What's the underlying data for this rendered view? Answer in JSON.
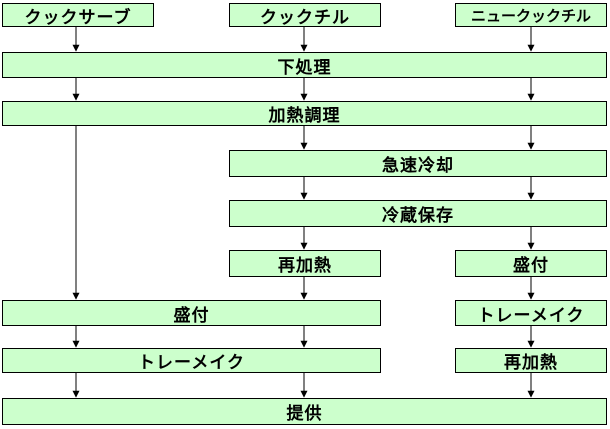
{
  "headers": {
    "cook_serve": "クックサーブ",
    "cook_chill": "クックチル",
    "new_cook_chill": "ニュークックチル"
  },
  "steps": {
    "pre_processing": "下処理",
    "heat_cooking": "加熱調理",
    "rapid_cooling": "急速冷却",
    "cold_storage": "冷蔵保存",
    "reheating_cc": "再加熱",
    "plating_ncc": "盛付",
    "plating_shared": "盛付",
    "tray_make_ncc": "トレーメイク",
    "tray_make_shared": "トレーメイク",
    "reheating_ncc": "再加熱",
    "serving": "提供"
  },
  "colors": {
    "box_fill": "#ccffcc",
    "border": "#000000",
    "text": "#000000"
  }
}
